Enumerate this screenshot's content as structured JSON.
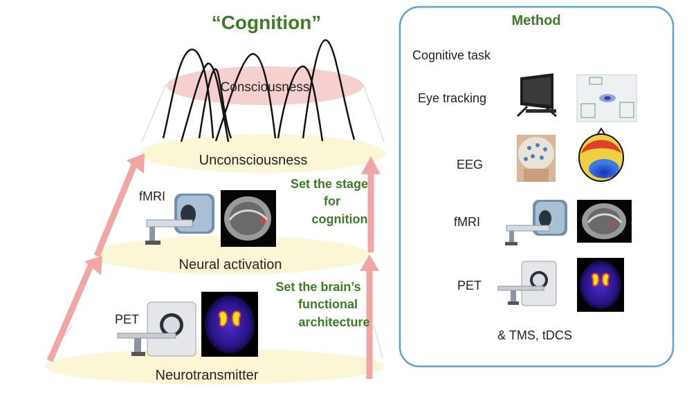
{
  "left_panel": {
    "title": "“Cognition”",
    "levels": {
      "consciousness": "Consciousness",
      "unconsciousness": "Unconsciousness",
      "neural_activation": "Neural activation",
      "neurotransmitter": "Neurotransmitter"
    },
    "modality_labels": {
      "fmri": "fMRI",
      "pet": "PET"
    },
    "annotations": {
      "stage": [
        "Set the stage",
        "for",
        "cognition"
      ],
      "architecture": [
        "Set the brain’s",
        "functional",
        "architecture"
      ]
    }
  },
  "method_panel": {
    "title": "Method",
    "cognitive_task": "Cognitive task",
    "items": {
      "eye_tracking": "Eye tracking",
      "eeg": "EEG",
      "fmri": "fMRI",
      "pet": "PET"
    },
    "footer": "& TMS, tDCS"
  },
  "colors": {
    "green_text": "#3a7d22",
    "pink_disk": "#f6cfcf",
    "yellow_disk": "#fbf7d6",
    "arrow": "#f2a5a5",
    "panel_border": "#5aa0dc"
  }
}
